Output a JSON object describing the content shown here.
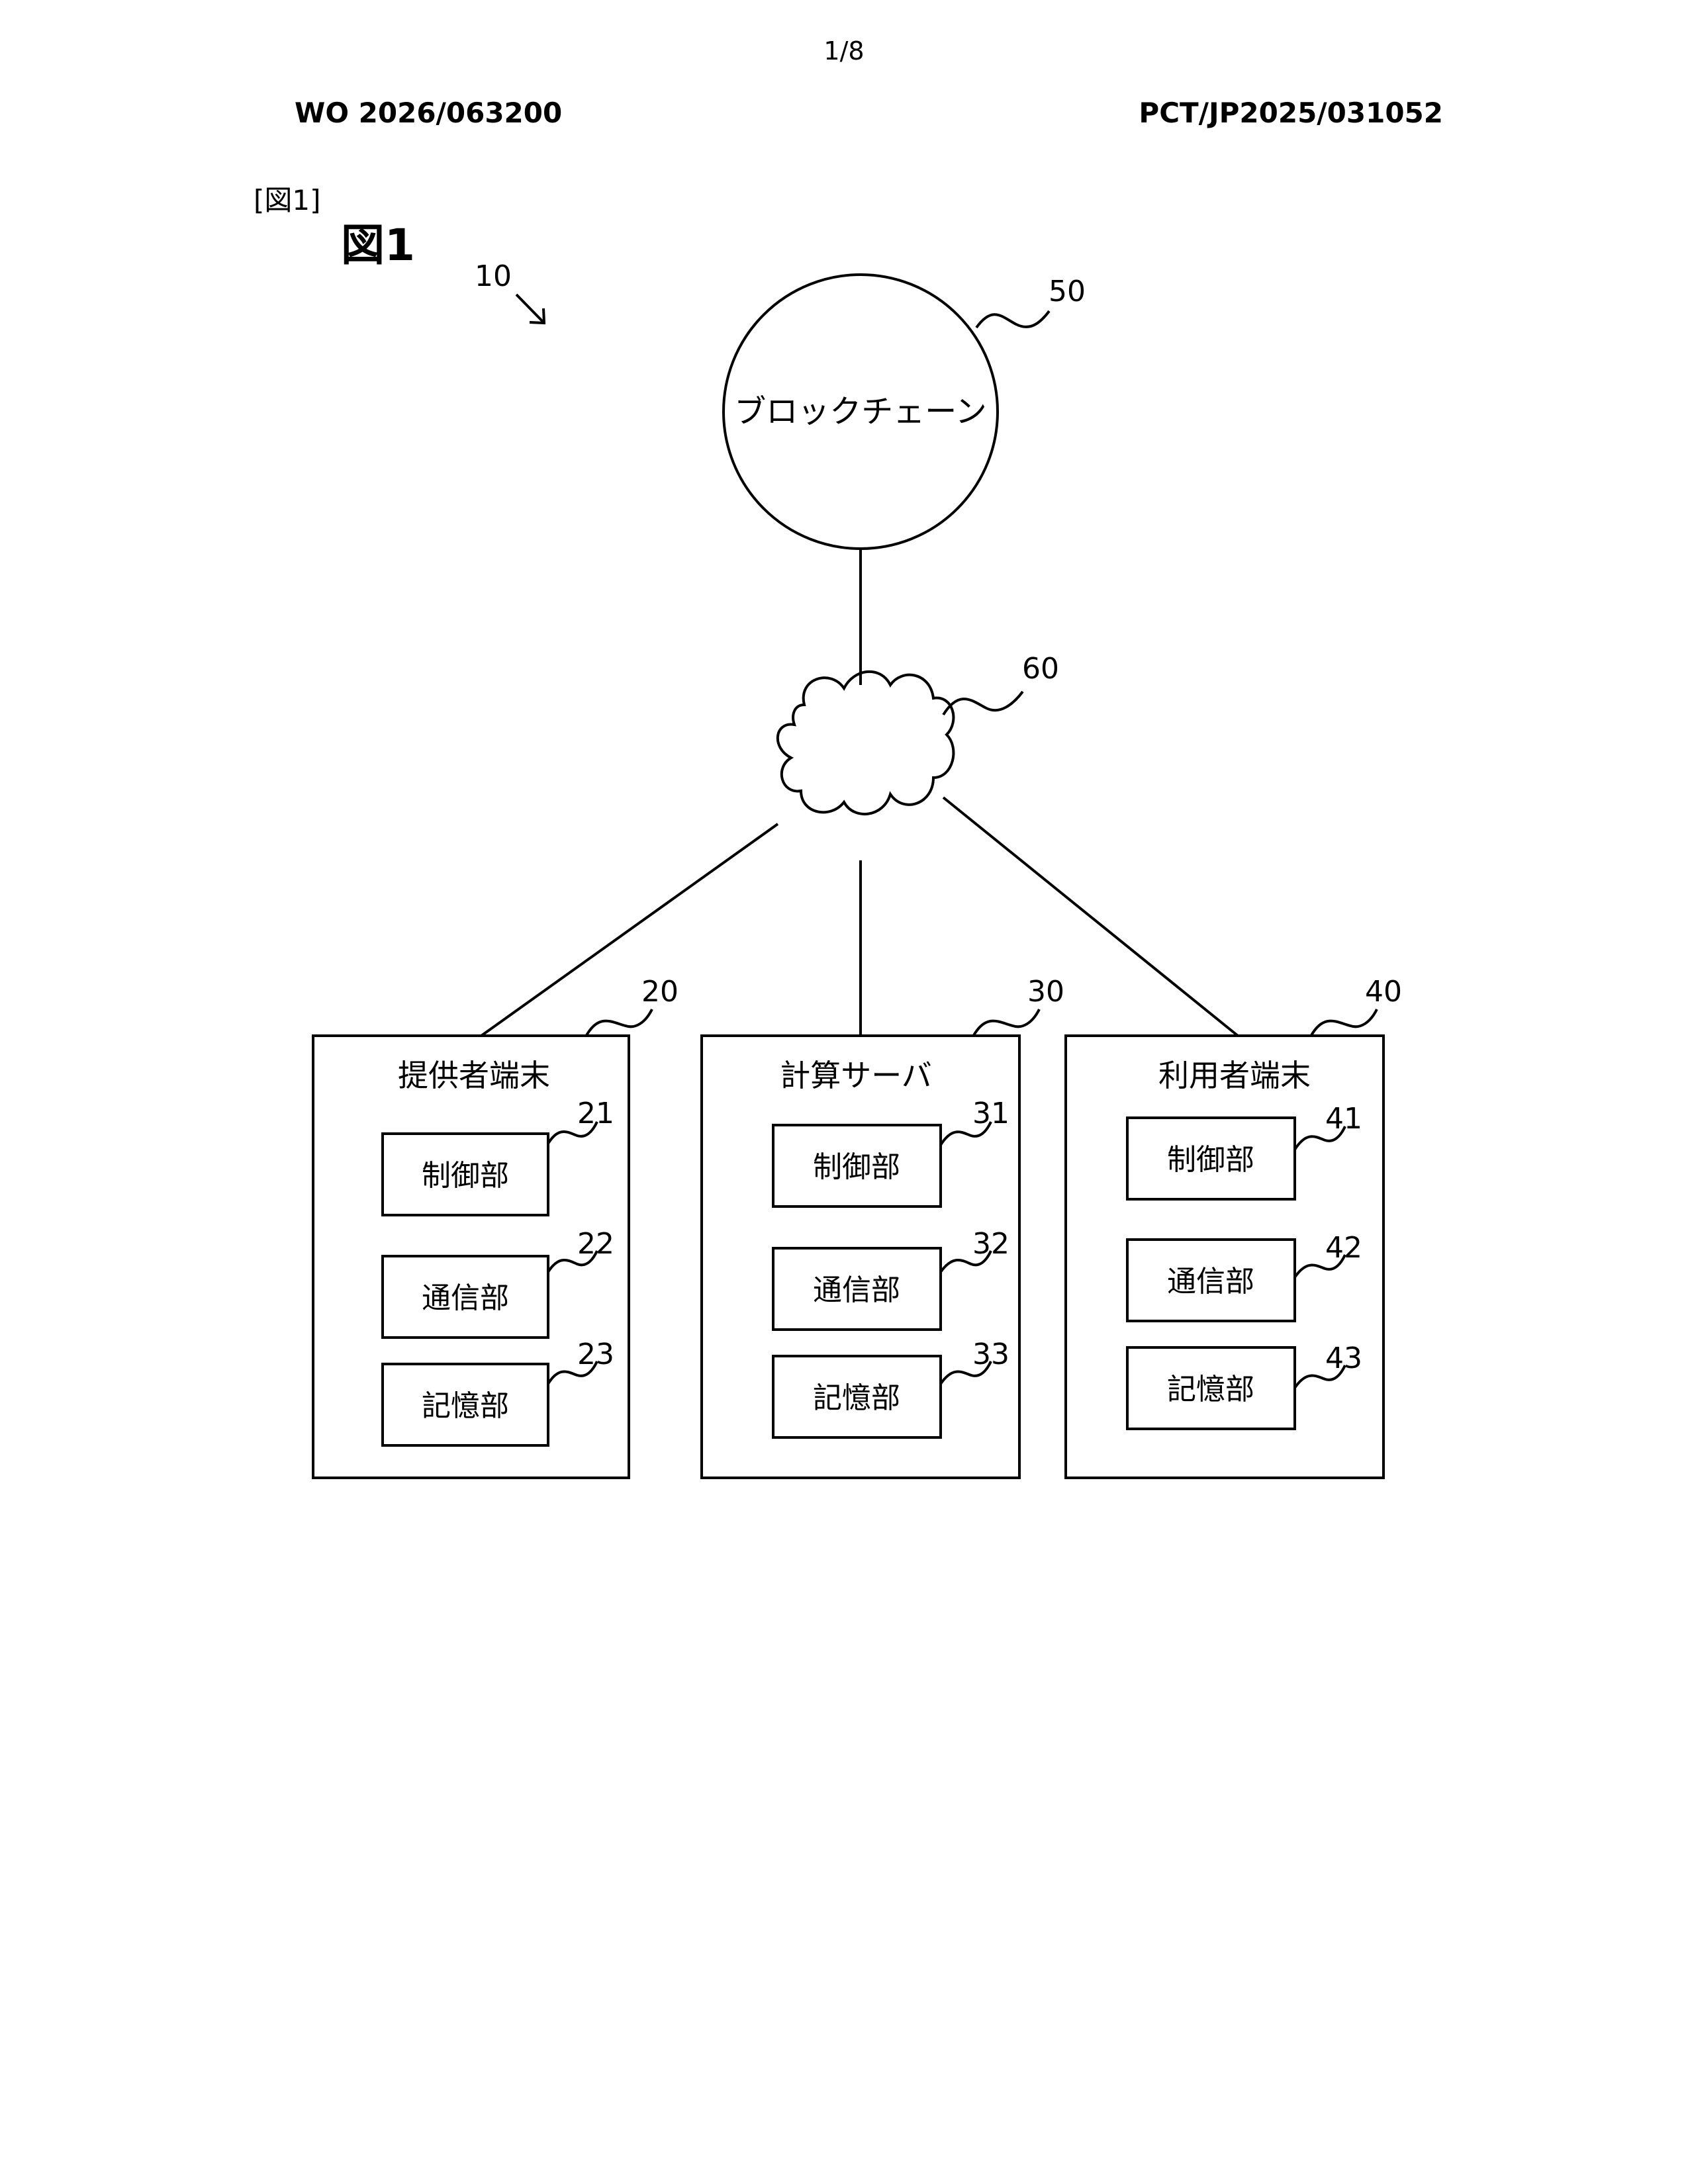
{
  "page_number": "1/8",
  "header": {
    "publication_number": "WO 2026/063200",
    "application_number": "PCT/JP2025/031052"
  },
  "figure": {
    "tag": "[図1]",
    "title": "図1"
  },
  "diagram": {
    "system_ref": "10",
    "blockchain": {
      "label": "ブロックチェーン",
      "ref": "50"
    },
    "network": {
      "ref": "60"
    },
    "nodes": [
      {
        "label": "提供者端末",
        "ref": "20",
        "units": [
          {
            "label": "制御部",
            "ref": "21"
          },
          {
            "label": "通信部",
            "ref": "22"
          },
          {
            "label": "記憶部",
            "ref": "23"
          }
        ]
      },
      {
        "label": "計算サーバ",
        "ref": "30",
        "units": [
          {
            "label": "制御部",
            "ref": "31"
          },
          {
            "label": "通信部",
            "ref": "32"
          },
          {
            "label": "記憶部",
            "ref": "33"
          }
        ]
      },
      {
        "label": "利用者端末",
        "ref": "40",
        "units": [
          {
            "label": "制御部",
            "ref": "41"
          },
          {
            "label": "通信部",
            "ref": "42"
          },
          {
            "label": "記憶部",
            "ref": "43"
          }
        ]
      }
    ]
  }
}
